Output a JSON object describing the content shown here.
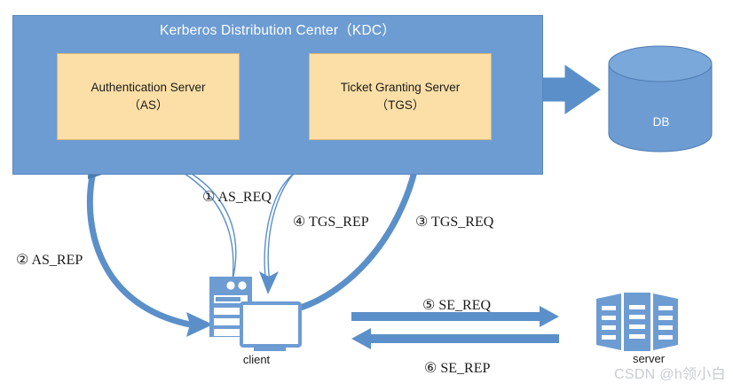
{
  "diagram": {
    "title": "Kerberos authentication flow",
    "colors": {
      "kdc_blue": "#6D9CD3",
      "server_box_yellow": "#FBDFA6",
      "arrow_blue": "#5B8FC9",
      "arrow_blue_dark": "#4A7CB0",
      "icon_blue": "#6D9CD3",
      "text_dark": "#1A1A1A",
      "text_white": "#FFFFFF",
      "watermark_gray": "#C9CCD1"
    },
    "kdc": {
      "title": "Kerberos Distribution Center（KDC）",
      "servers": [
        {
          "name": "authentication-server",
          "line1": "Authentication Server",
          "line2": "（AS）"
        },
        {
          "name": "ticket-granting-server",
          "line1": "Ticket Granting Server",
          "line2": "（TGS）"
        }
      ]
    },
    "nodes": {
      "db": {
        "label": "DB",
        "icon": "database-cylinder-icon"
      },
      "client": {
        "label": "client",
        "icon": "desktop-computer-icon"
      },
      "server": {
        "label": "server",
        "icon": "server-rack-icon"
      }
    },
    "flows": [
      {
        "step": "①",
        "label": "① AS_REQ",
        "from": "client",
        "to": "authentication-server"
      },
      {
        "step": "②",
        "label": "② AS_REP",
        "from": "authentication-server",
        "to": "client"
      },
      {
        "step": "③",
        "label": "③ TGS_REQ",
        "from": "client",
        "to": "ticket-granting-server"
      },
      {
        "step": "④",
        "label": "④ TGS_REP",
        "from": "ticket-granting-server",
        "to": "client"
      },
      {
        "step": "⑤",
        "label": "⑤ SE_REQ",
        "from": "client",
        "to": "server"
      },
      {
        "step": "⑥",
        "label": "⑥ SE_REP",
        "from": "server",
        "to": "client"
      }
    ],
    "watermark": "CSDN @h领小白"
  }
}
